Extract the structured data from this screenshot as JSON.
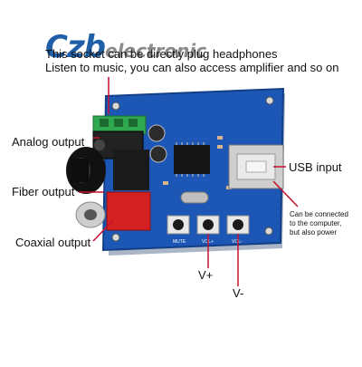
{
  "logo": {
    "mark": "Czb",
    "word": "electronic"
  },
  "headline": {
    "line1": "This socket can be directly plug headphones",
    "line2": "Listen to music, you can also access amplifier and so on"
  },
  "labels": {
    "analog": "Analog output",
    "fiber": "Fiber output",
    "coaxial": "Coaxial output",
    "usb": "USB input",
    "vplus": "V+",
    "vminus": "V-",
    "note_line1": "Can be connected",
    "note_line2": "to the computer,",
    "note_line3": "but also power"
  },
  "board": {
    "silkscreen_mute": "MUTE",
    "silkscreen_volp": "VOL+",
    "silkscreen_volm": "VOL-"
  },
  "colors": {
    "brand": "#1f5fa8",
    "pcb": "#1c57b5",
    "leader": "#c8102e",
    "coax": "#d32020",
    "jack_green": "#2fa84f"
  }
}
